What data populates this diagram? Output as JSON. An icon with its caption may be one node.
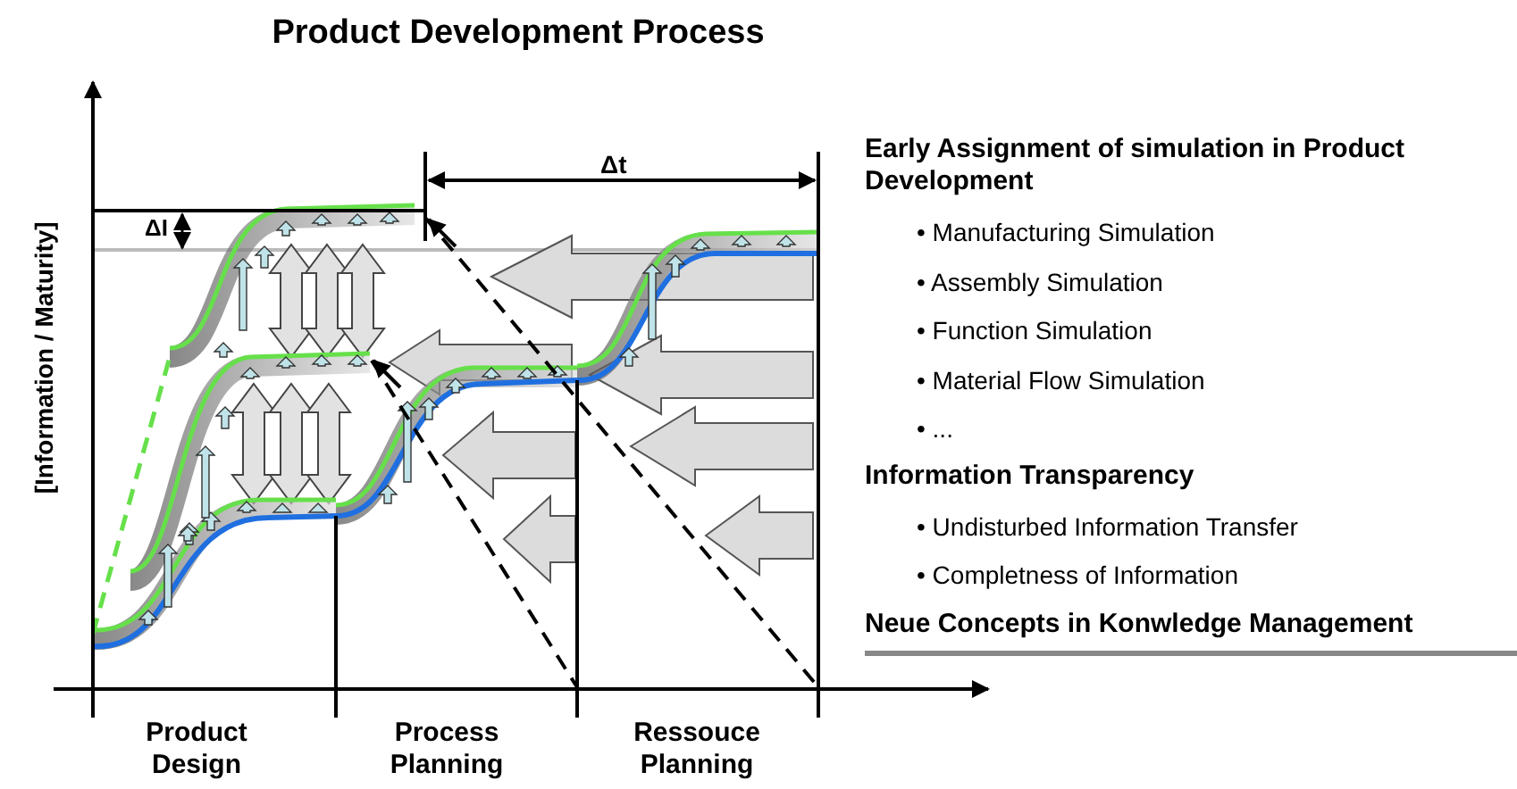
{
  "diagram": {
    "title": "Product Development Process",
    "labels": [
      "[Information / Maturity]",
      "ΔI",
      "Δt",
      "Product Design",
      "Process Planning",
      "Ressouce Planning",
      "Early Assignment of simulation in Product Development",
      "• Manufacturing Simulation",
      "• Assembly Simulation",
      "• Function Simulation",
      "• Material Flow Simulation",
      "• ...",
      "Information Transparency",
      "• Undisturbed Information Transfer",
      "• Completness of Information",
      "Neue Concepts in Konwledge Management"
    ]
  }
}
